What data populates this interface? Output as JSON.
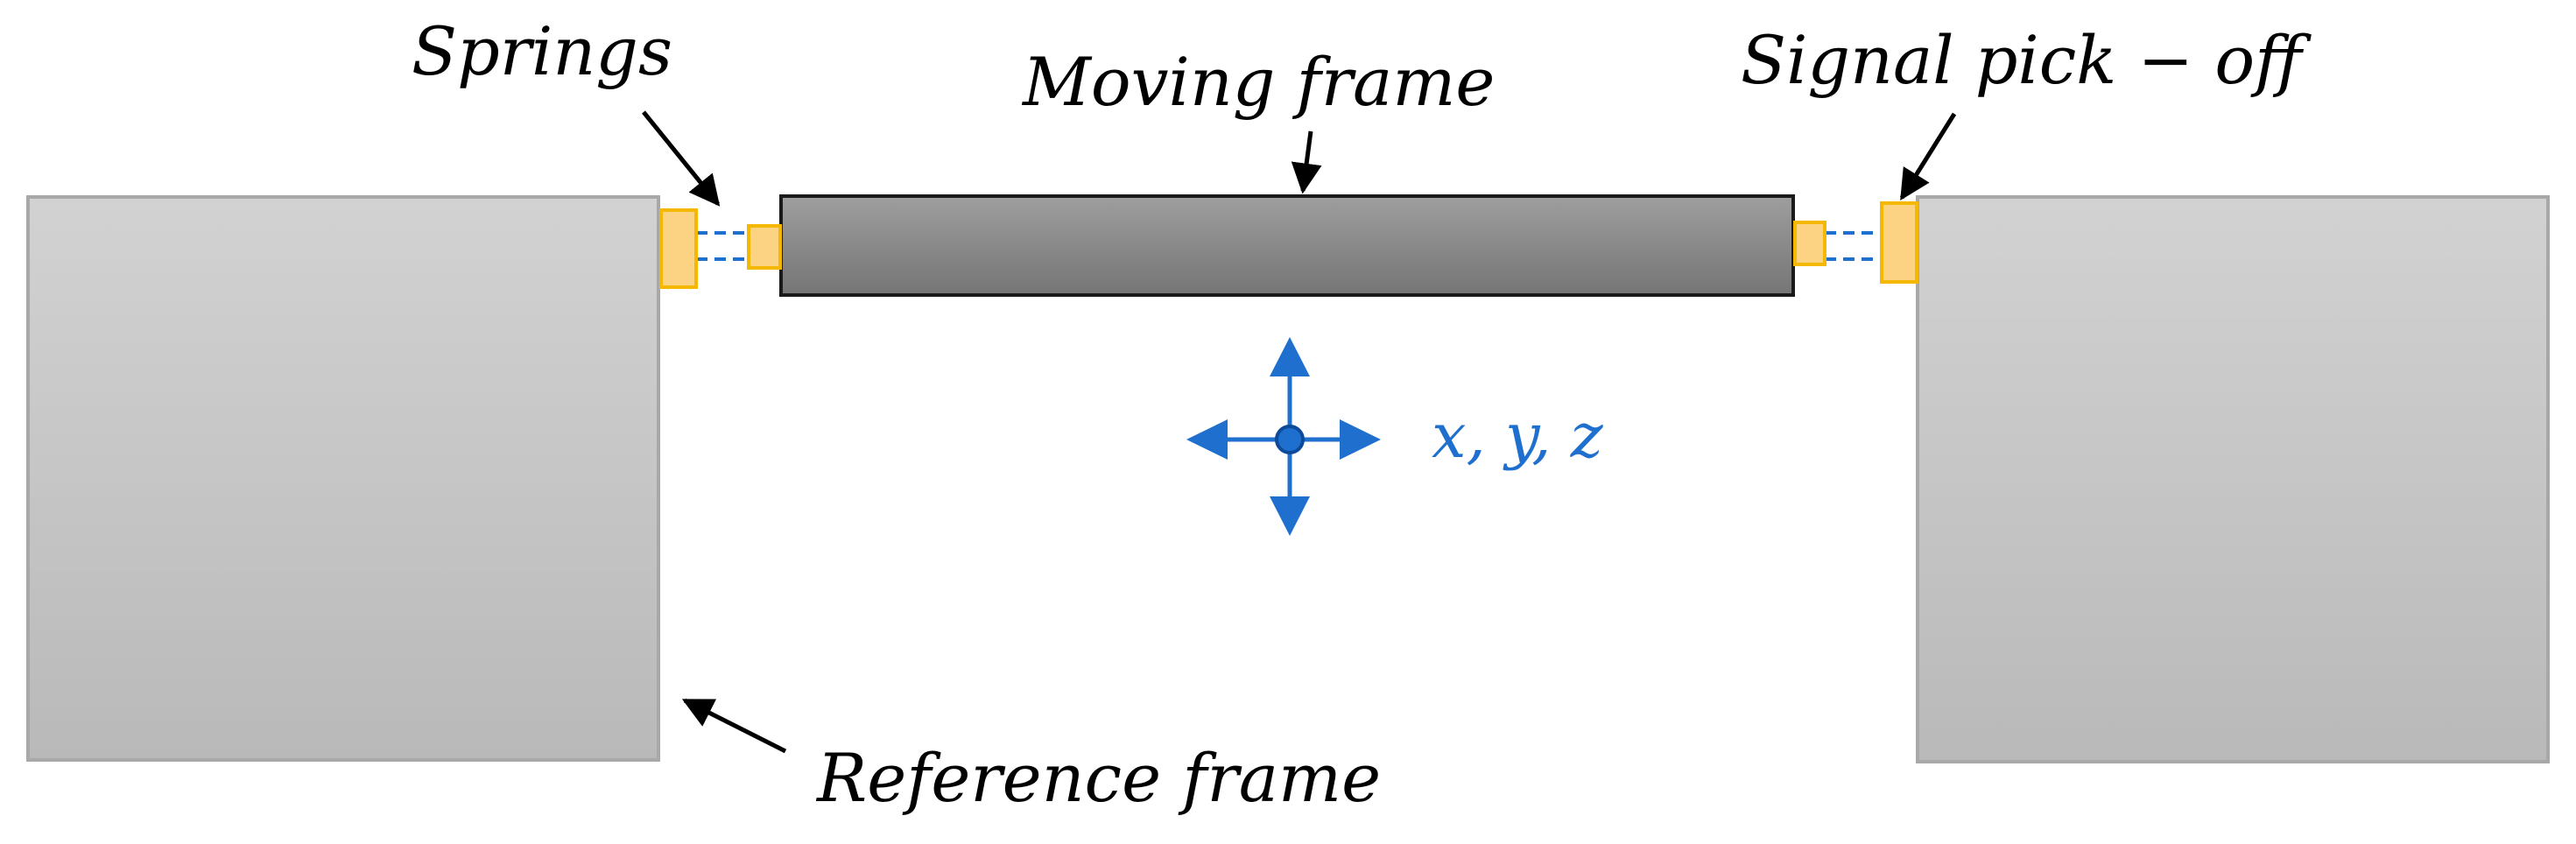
{
  "labels": {
    "springs": "Springs",
    "moving_frame": "Moving frame",
    "signal_pick_off": "Signal pick − off",
    "reference_frame": "Reference frame",
    "axes": "x, y, z"
  },
  "colors": {
    "reference_frame_fill_top": "#d2d2d2",
    "reference_frame_fill_bottom": "#b9b9b9",
    "reference_frame_stroke": "#a8a8a8",
    "moving_frame_fill_top": "#9e9e9e",
    "moving_frame_fill_bottom": "#757575",
    "moving_frame_stroke": "#1a1a1a",
    "spring_pad_fill": "#fcd383",
    "spring_pad_stroke": "#f5b800",
    "spring_line": "#1f6fcf",
    "motion_arrow": "#1f6fcf",
    "axes_label": "#1f6fcf",
    "pointer_arrow": "#000000"
  },
  "icons": {
    "motion_indicator": "four-way-arrow-icon"
  }
}
